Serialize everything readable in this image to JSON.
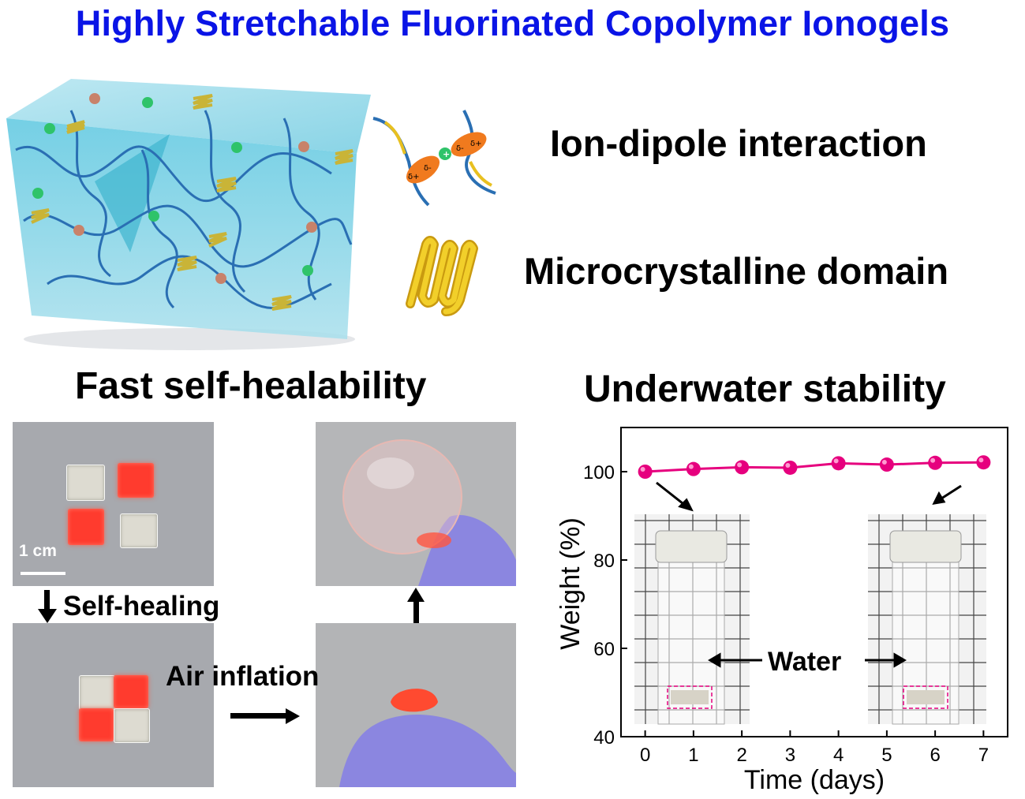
{
  "title": "Highly Stretchable Fluorinated Copolymer Ionogels",
  "legend": {
    "ion_dipole": "Ion-dipole interaction",
    "microcrystalline": "Microcrystalline domain",
    "dipole_labels": [
      "δ+",
      "δ-",
      "δ-",
      "δ+"
    ]
  },
  "sections": {
    "self_heal": "Fast self-healability",
    "underwater": "Underwater stability"
  },
  "self_heal_panel": {
    "scale_bar": "1 cm",
    "step1": "Self-healing",
    "step2": "Air inflation"
  },
  "chart_data": {
    "type": "line",
    "x": [
      0,
      1,
      2,
      3,
      4,
      5,
      6,
      7
    ],
    "values": [
      100.0,
      100.6,
      101.0,
      100.9,
      101.9,
      101.6,
      102.0,
      102.1
    ],
    "xlabel": "Time (days)",
    "ylabel": "Weight (%)",
    "xlim": [
      -0.5,
      7.5
    ],
    "ylim": [
      40,
      110
    ],
    "xticks": [
      "0",
      "1",
      "2",
      "3",
      "4",
      "5",
      "6",
      "7"
    ],
    "yticks": [
      "40",
      "60",
      "80",
      "100"
    ],
    "annotation": "Water",
    "color": "#e6007e"
  },
  "colors": {
    "title": "#0a14e6",
    "series": "#e6007e",
    "gel_red": "#ff3b2e",
    "cube": "#8fd3e4"
  }
}
